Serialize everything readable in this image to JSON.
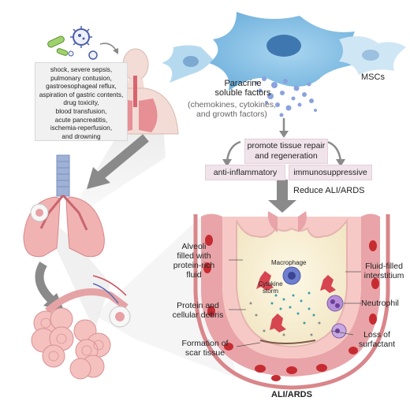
{
  "causes": {
    "lines": [
      "shock, severe sepsis,",
      "pulmonary contusion,",
      "gastroesophageal reflux,",
      "aspiration of gastric contents,",
      "drug toxicity,",
      "blood transfusion,",
      "acute pancreatitis,",
      "ischemia-reperfusion,",
      "and drowning"
    ]
  },
  "msc": {
    "label": "MSCs",
    "paracrine_line1": "Paracrine",
    "paracrine_line2": "soluble factors",
    "factors_line1": "(chemokines, cytokines,",
    "factors_line2": "and growth factors)"
  },
  "effects": {
    "promote_line1": "promote tissue repair",
    "promote_line2": "and regeneration",
    "anti_inflammatory": "anti-inflammatory",
    "immunosuppressive": "immunosuppressive",
    "reduce": "Reduce ALI/ARDS"
  },
  "alveolus": {
    "alveoli_line1": "Alveoli",
    "alveoli_line2": "filled with",
    "alveoli_line3": "protein-rich",
    "alveoli_line4": "fluid",
    "macrophage": "Macrophage",
    "cytokine_line1": "Cytokine",
    "cytokine_line2": "storm",
    "fluid_line1": "Fluid-filled",
    "fluid_line2": "interstitium",
    "protein_line1": "Protein and",
    "protein_line2": "cellular debris",
    "neutrophil": "Neutrophil",
    "loss_line1": "Loss of",
    "loss_line2": "surfactant",
    "scar_line1": "Formation of",
    "scar_line2": "scar tissue",
    "title": "ALI/ARDS"
  },
  "colors": {
    "msc_cell": "#8fc7e8",
    "box_fill": "#f0e4ea",
    "vessel_red": "#d9534f",
    "alveolus_wall": "#e8a4a8",
    "arrow_gray": "#8a8a8a"
  }
}
